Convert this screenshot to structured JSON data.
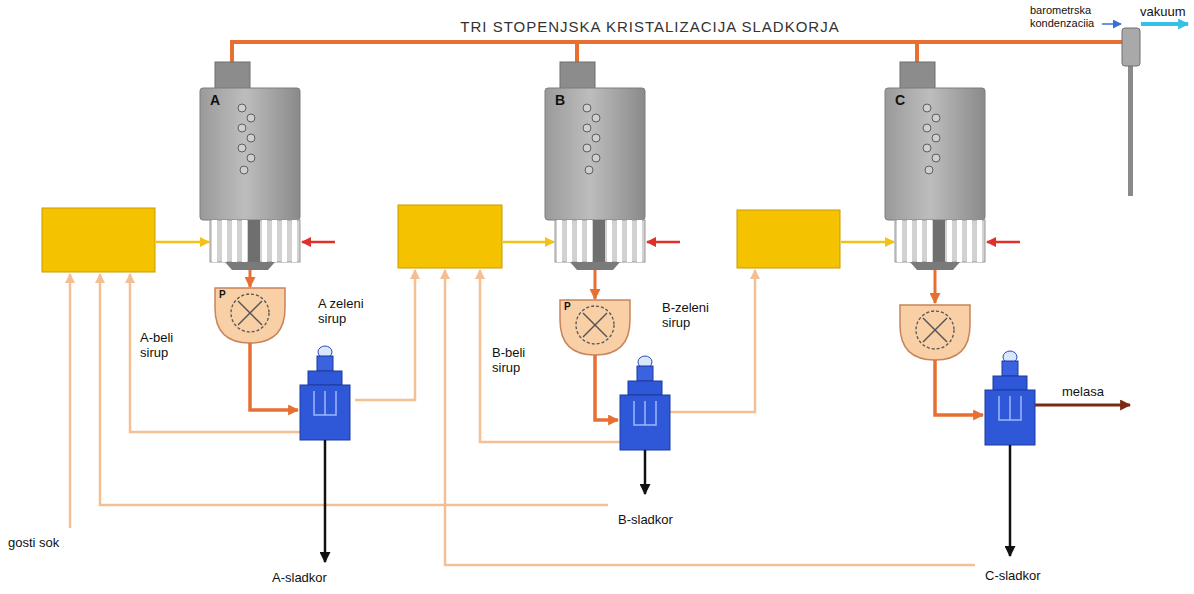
{
  "diagram": {
    "title": "TRI STOPENJSKA KRISTALIZACIJA SLADKORJA",
    "nodes": [
      {
        "text": [
          "A"
        ]
      },
      {
        "text": [
          "P"
        ]
      },
      {
        "text": [
          "B"
        ]
      },
      {
        "text": [
          "P"
        ]
      },
      {
        "text": [
          "C"
        ]
      }
    ],
    "edges": [
      {
        "from": 0,
        "to": 1,
        "arrow": "to"
      },
      {
        "from": 2,
        "to": 3,
        "arrow": "to"
      }
    ],
    "labels": [
      "barometrska kondenzaciia",
      "vakuum",
      "A-beli sirup",
      "A zeleni sirup",
      "B-beli sirup",
      "B-zeleni sirup",
      "gosti sok",
      "A-sladkor",
      "B-sladkor",
      "C-sladkor",
      "melasa"
    ]
  }
}
